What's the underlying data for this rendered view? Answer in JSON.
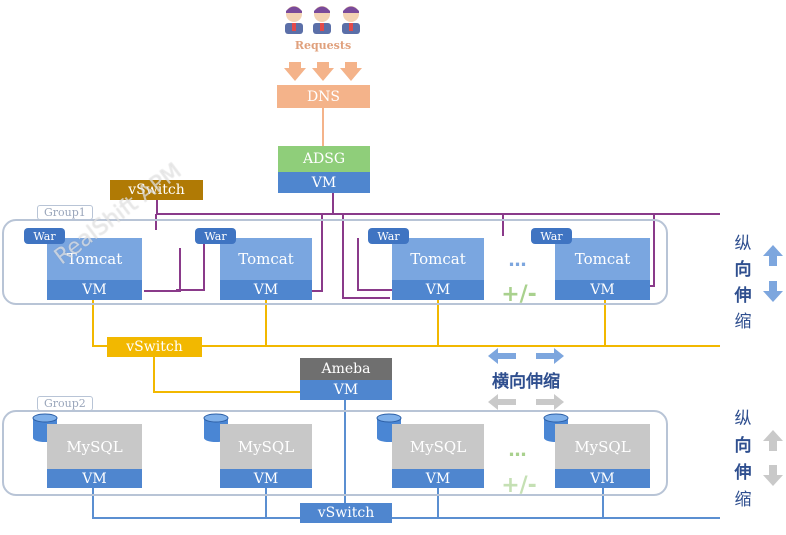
{
  "requests": {
    "label": "Requests",
    "user_icon": "person-icon",
    "user_count": 3
  },
  "dns": {
    "label": "DNS"
  },
  "adsg": {
    "top": "ADSG",
    "bottom": "VM"
  },
  "vswitch_top": {
    "label": "vSwitch"
  },
  "group1": {
    "label": "Group1",
    "nodes": [
      {
        "badge": "War",
        "name": "Tomcat",
        "vm": "VM"
      },
      {
        "badge": "War",
        "name": "Tomcat",
        "vm": "VM"
      },
      {
        "badge": "War",
        "name": "Tomcat",
        "vm": "VM"
      },
      {
        "badge": "War",
        "name": "Tomcat",
        "vm": "VM"
      }
    ],
    "ellipsis": "…",
    "scale": "+/-"
  },
  "vswitch_mid": {
    "label": "vSwitch"
  },
  "ameba": {
    "top": "Ameba",
    "bottom": "VM"
  },
  "horizontal_scaling": {
    "label": "横向伸缩"
  },
  "group2": {
    "label": "Group2",
    "nodes": [
      {
        "name": "MySQL",
        "vm": "VM"
      },
      {
        "name": "MySQL",
        "vm": "VM"
      },
      {
        "name": "MySQL",
        "vm": "VM"
      },
      {
        "name": "MySQL",
        "vm": "VM"
      }
    ],
    "ellipsis": "…",
    "scale": "+/-"
  },
  "vswitch_bottom": {
    "label": "vSwitch"
  },
  "vertical_scaling_1": {
    "chars": [
      "纵",
      "向",
      "伸",
      "缩"
    ]
  },
  "vertical_scaling_2": {
    "chars": [
      "纵",
      "向",
      "伸",
      "缩"
    ]
  },
  "watermark": {
    "text": "RealShift APM"
  },
  "colors": {
    "purple_line": "#8a3a8a",
    "yellow_line": "#f2b800",
    "blue_line": "#5b8fd1",
    "dns_orange": "#f4b38a",
    "adsg_green": "#8fce7a",
    "vswitch_brown": "#b07a05",
    "vswitch_yellow": "#f2b800",
    "ameba_gray": "#6f6f6f",
    "db_blue": "#4a86d4",
    "arrow_blue": "#7da6de",
    "arrow_gray": "#c9c9c9",
    "ellipsis_green": "#a9d18e"
  }
}
